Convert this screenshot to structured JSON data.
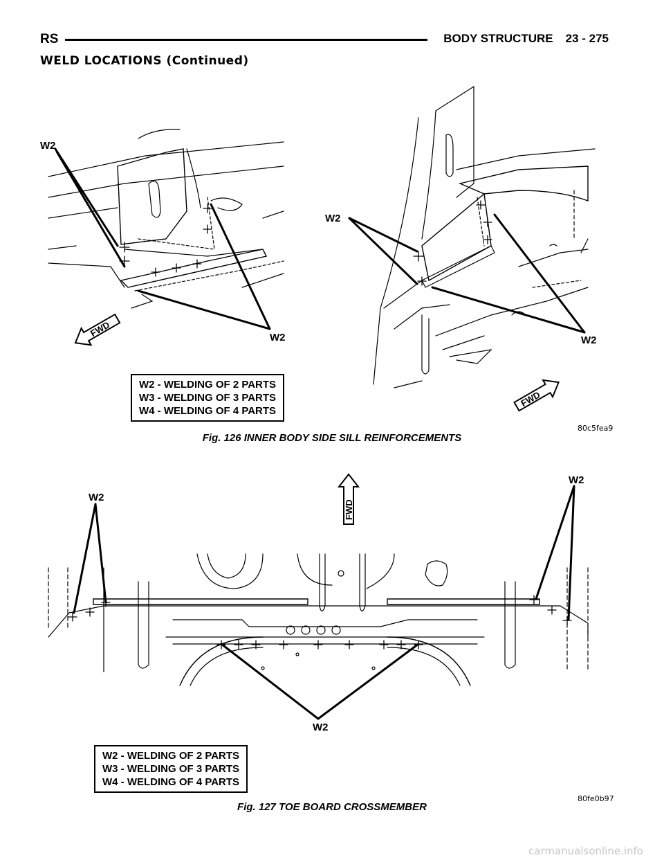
{
  "header": {
    "left": "RS",
    "section": "BODY STRUCTURE",
    "page": "23 - 275"
  },
  "section_title": "WELD LOCATIONS (Continued)",
  "figures": [
    {
      "caption": "Fig. 126 INNER BODY SIDE SILL REINFORCEMENTS",
      "id": "80c5fea9",
      "legend": [
        "W2 - WELDING OF 2 PARTS",
        "W3 - WELDING OF 3 PARTS",
        "W4 - WELDING OF 4 PARTS"
      ],
      "labels": {
        "w2_a": "W2",
        "w2_b": "W2",
        "w2_c": "W2",
        "w2_d": "W2",
        "fwd_a": "FWD",
        "fwd_b": "FWD"
      }
    },
    {
      "caption": "Fig. 127 TOE BOARD CROSSMEMBER",
      "id": "80fe0b97",
      "legend": [
        "W2 - WELDING OF 2 PARTS",
        "W3 - WELDING OF 3 PARTS",
        "W4 - WELDING OF 4 PARTS"
      ],
      "labels": {
        "w2_a": "W2",
        "w2_b": "W2",
        "w2_c": "W2",
        "fwd": "FWD"
      }
    }
  ],
  "footer": "carmanualsonline.info"
}
